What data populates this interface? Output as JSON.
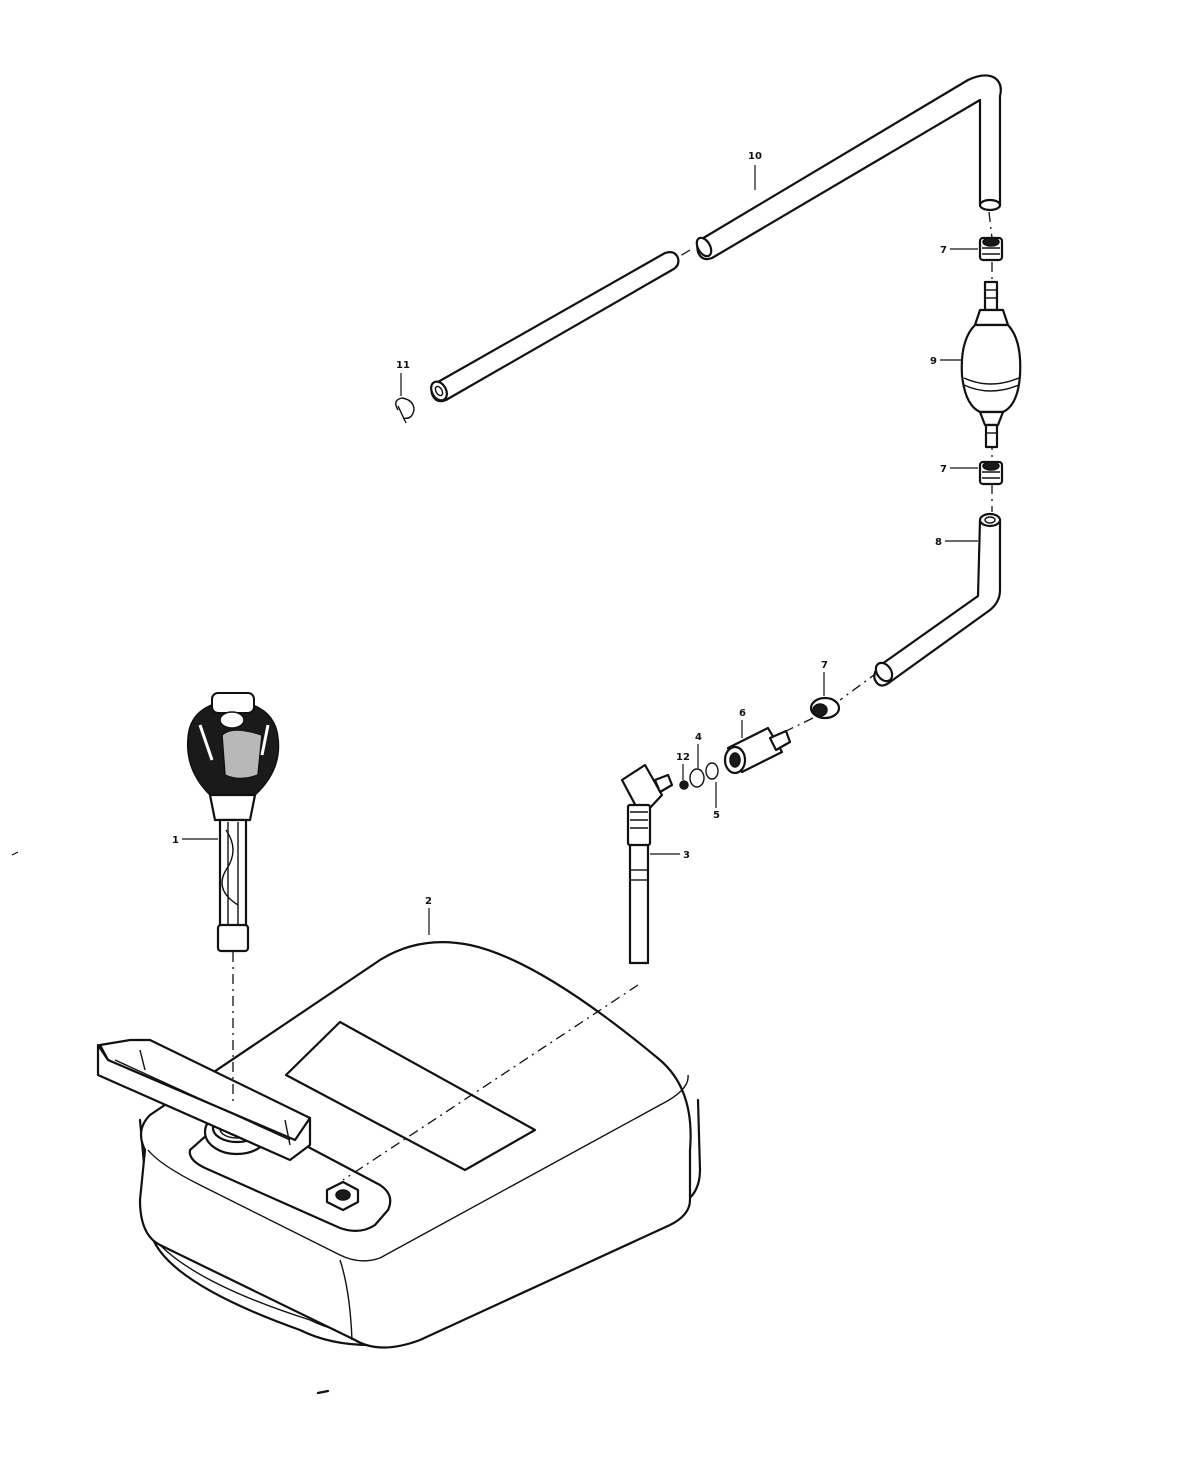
{
  "diagram": {
    "callouts": {
      "c1": "1",
      "c2": "2",
      "c3": "3",
      "c4": "4",
      "c5": "5",
      "c6": "6",
      "c7a": "7",
      "c7b": "7",
      "c7c": "7",
      "c8": "8",
      "c9": "9",
      "c10": "10",
      "c11": "11",
      "c12": "12"
    }
  }
}
